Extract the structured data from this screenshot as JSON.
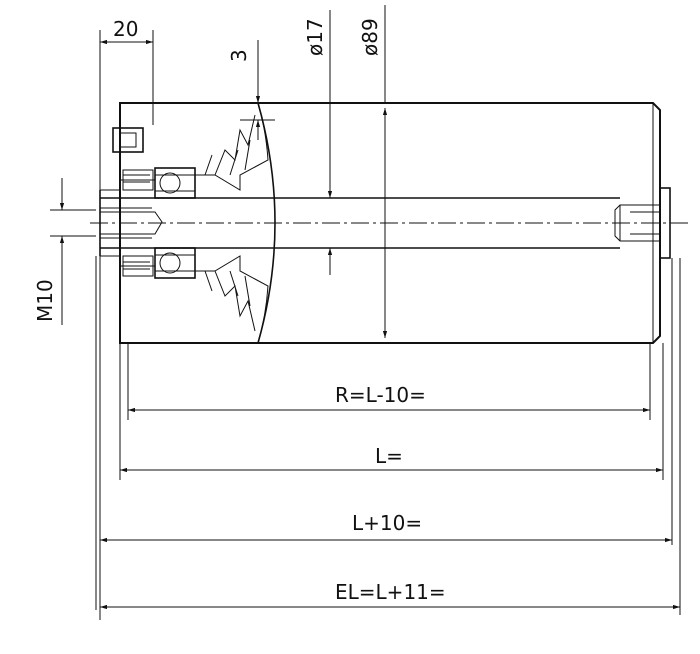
{
  "dimensions": {
    "flange_width": "20",
    "groove_depth": "3",
    "shaft_diameter": "ø17",
    "tube_diameter": "ø89",
    "thread_size": "M10",
    "bearing_length": "R=L-10=",
    "tube_length": "L=",
    "shaft_length": "L+10=",
    "overall_length": "EL=L+11="
  },
  "colors": {
    "line": "#111111",
    "background": "#ffffff"
  }
}
